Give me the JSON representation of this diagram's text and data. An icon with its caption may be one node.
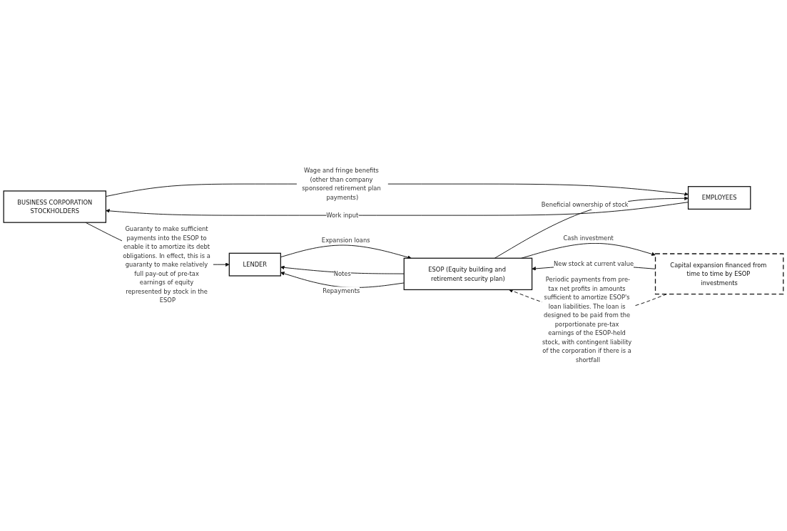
{
  "diagram": {
    "nodes": [
      {
        "text": [
          "BUSINESS CORPORATION",
          "STOCKHOLDERS"
        ]
      },
      {
        "text": [
          "EMPLOYEES"
        ]
      },
      {
        "text": [
          "Capital expansion financed from time to time by ESOP investments"
        ]
      },
      {
        "text": [
          "ESOP (Equity building and retirement security plan)"
        ]
      },
      {
        "text": [
          "LENDER"
        ]
      }
    ],
    "edges": [
      {
        "from": 0,
        "to": 1,
        "arrow": "to",
        "label": "Wage and fringe benefits (other than company sponsored retirement plan payments)"
      },
      {
        "from": 1,
        "to": 0,
        "arrow": "to",
        "label": "Work input"
      },
      {
        "from": 2,
        "to": 3,
        "arrow": "to",
        "label": "New stock at current value"
      },
      {
        "from": 3,
        "to": 2,
        "arrow": "to",
        "label": "Cash investment"
      },
      {
        "from": 2,
        "to": 3,
        "arrow": "to",
        "style": "dashed",
        "label": "Periodic payments from pre-tax net profits in amounts sufficient to amortize ESOP's loan liabilities. The loan is designed to be paid from the porportionate pre-tax earnings of the ESOP-held stock, with contingent liability of the corporation if there is a shortfall"
      },
      {
        "from": 3,
        "to": 1,
        "arrow": "to",
        "label": "Beneficial ownership of stock"
      },
      {
        "from": 3,
        "to": 4,
        "arrow": "to",
        "label": "Notes"
      },
      {
        "from": 3,
        "to": 4,
        "arrow": "to",
        "label": "Repayments"
      },
      {
        "from": 4,
        "to": 3,
        "arrow": "to",
        "label": "Expansion loans"
      },
      {
        "from": 0,
        "to": 4,
        "arrow": "to",
        "label": "Guaranty to make sufficient payments into the ESOP to enable it to amortize its debt obligations. In effect, this is a guaranty to make relatively full pay-out of pre-tax earnings of equity represented by stock in the ESOP"
      }
    ]
  }
}
